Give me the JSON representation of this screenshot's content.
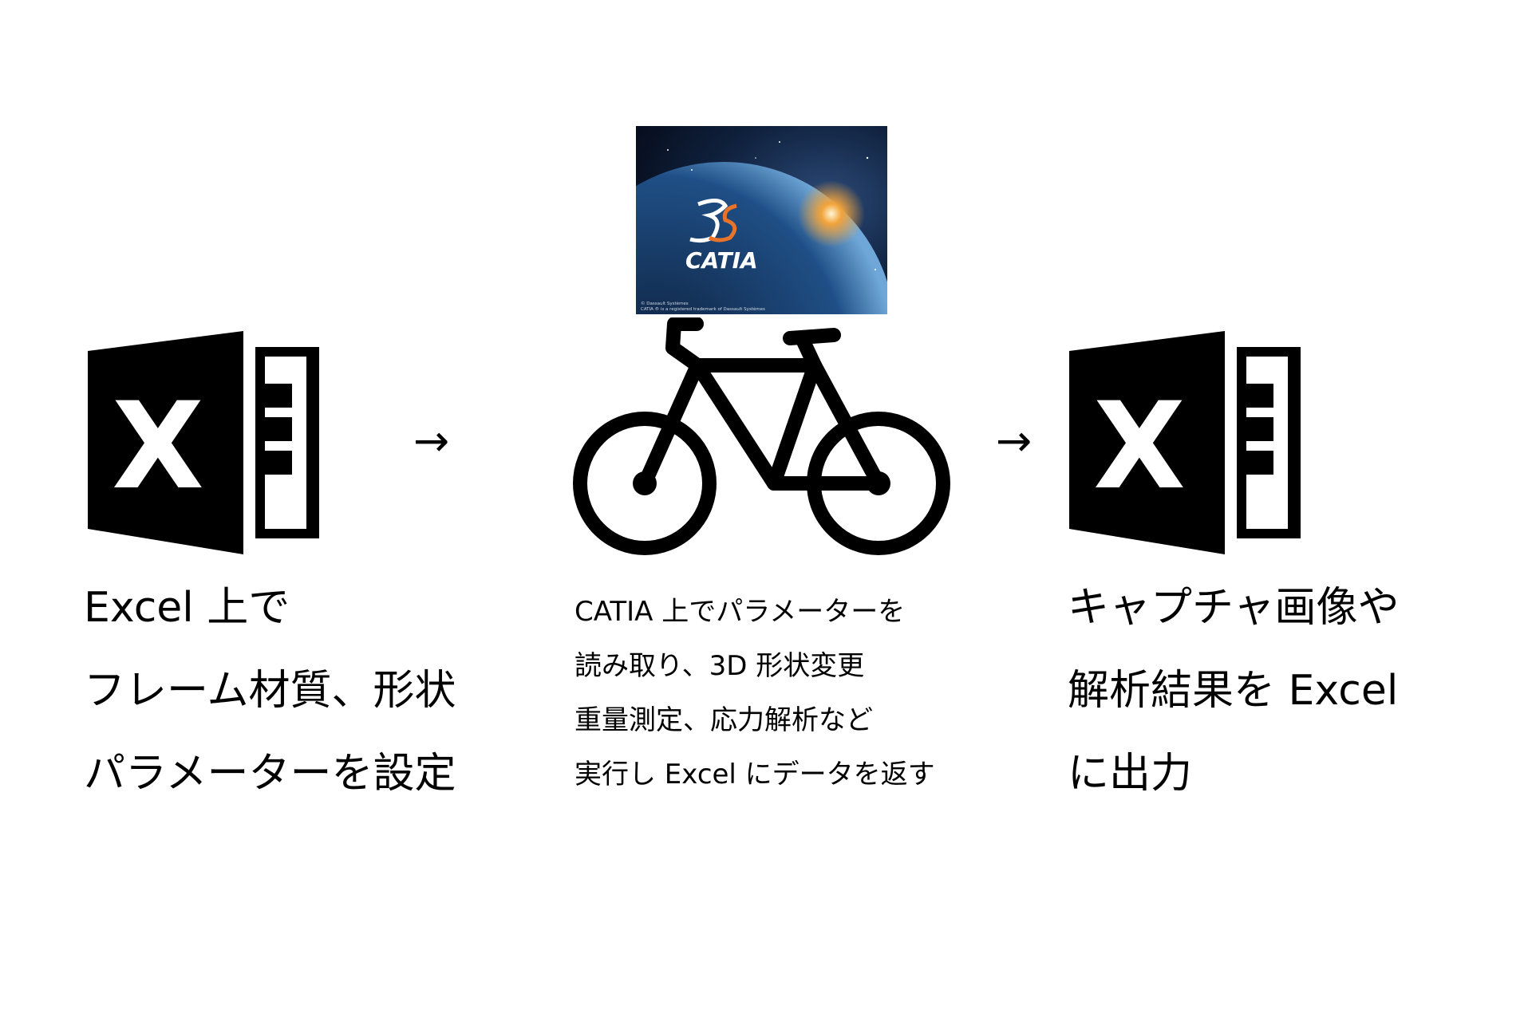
{
  "left_step": {
    "icon": "excel-icon",
    "lines": [
      "Excel 上で",
      "フレーム材質、形状",
      "パラメーターを設定"
    ]
  },
  "arrow_1": "→",
  "center_step": {
    "splash": {
      "logo_text": "CATIA",
      "copyright_line1": "© Dassault Systèmes",
      "copyright_line2": "CATIA ® is a registered trademark of Dassault Systèmes"
    },
    "icon": "bicycle-icon",
    "lines": [
      "CATIA 上でパラメーターを",
      "読み取り、3D 形状変更",
      "重量測定、応力解析など",
      "実行し Excel にデータを返す"
    ]
  },
  "arrow_2": "→",
  "right_step": {
    "icon": "excel-icon",
    "lines": [
      "キャプチャ画像や",
      "解析結果を Excel",
      "に出力"
    ]
  },
  "colors": {
    "icon": "#000000",
    "splash_bg": "#0b1a33",
    "logo_orange": "#e8732a"
  }
}
